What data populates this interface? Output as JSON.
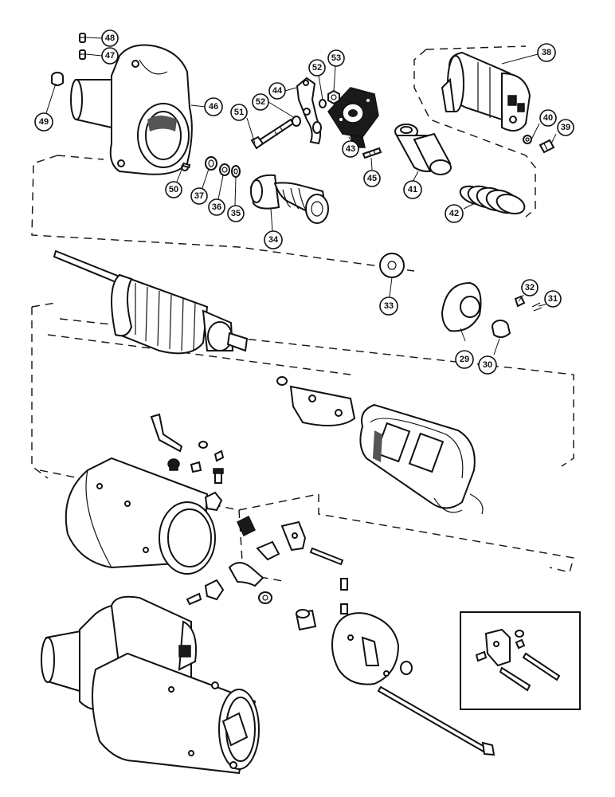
{
  "diagram": {
    "callouts": [
      {
        "id": "48",
        "label": "48"
      },
      {
        "id": "47",
        "label": "47"
      },
      {
        "id": "49",
        "label": "49"
      },
      {
        "id": "46",
        "label": "46"
      },
      {
        "id": "44",
        "label": "44"
      },
      {
        "id": "52a",
        "label": "52"
      },
      {
        "id": "53",
        "label": "53"
      },
      {
        "id": "52b",
        "label": "52"
      },
      {
        "id": "51",
        "label": "51"
      },
      {
        "id": "43",
        "label": "43"
      },
      {
        "id": "38",
        "label": "38"
      },
      {
        "id": "40",
        "label": "40"
      },
      {
        "id": "39",
        "label": "39"
      },
      {
        "id": "45",
        "label": "45"
      },
      {
        "id": "41",
        "label": "41"
      },
      {
        "id": "50",
        "label": "50"
      },
      {
        "id": "37",
        "label": "37"
      },
      {
        "id": "36",
        "label": "36"
      },
      {
        "id": "35",
        "label": "35"
      },
      {
        "id": "34",
        "label": "34"
      },
      {
        "id": "42",
        "label": "42"
      },
      {
        "id": "33",
        "label": "33"
      },
      {
        "id": "32",
        "label": "32"
      },
      {
        "id": "31",
        "label": "31"
      },
      {
        "id": "29",
        "label": "29"
      },
      {
        "id": "30",
        "label": "30"
      }
    ]
  }
}
